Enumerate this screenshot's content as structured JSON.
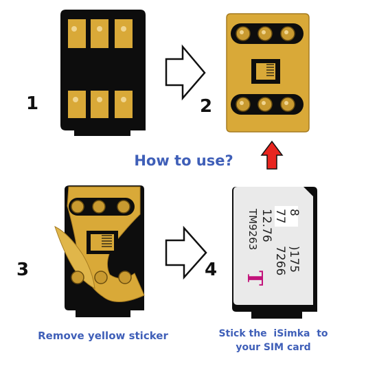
{
  "heading": "How to use?",
  "steps": [
    {
      "number": "1",
      "caption": ""
    },
    {
      "number": "2",
      "caption": ""
    },
    {
      "number": "3",
      "caption": "Remove yellow sticker"
    },
    {
      "number": "4",
      "caption_line1": "Stick the  iSimka  to",
      "caption_line2": "your SIM card"
    }
  ],
  "sim_card": {
    "line1": "8        )175",
    "line2": "77      7266",
    "line3": "12.76",
    "line4": "TM9263",
    "logo": "T"
  },
  "colors": {
    "accent_blue": "#3f5fb8",
    "gold": "#d9a938",
    "chip_black": "#0d0d0d",
    "up_arrow_red": "#e8251f",
    "logo_magenta": "#c2127a"
  },
  "icons": [
    "right-arrow-icon",
    "up-arrow-icon",
    "t-logo-icon"
  ]
}
